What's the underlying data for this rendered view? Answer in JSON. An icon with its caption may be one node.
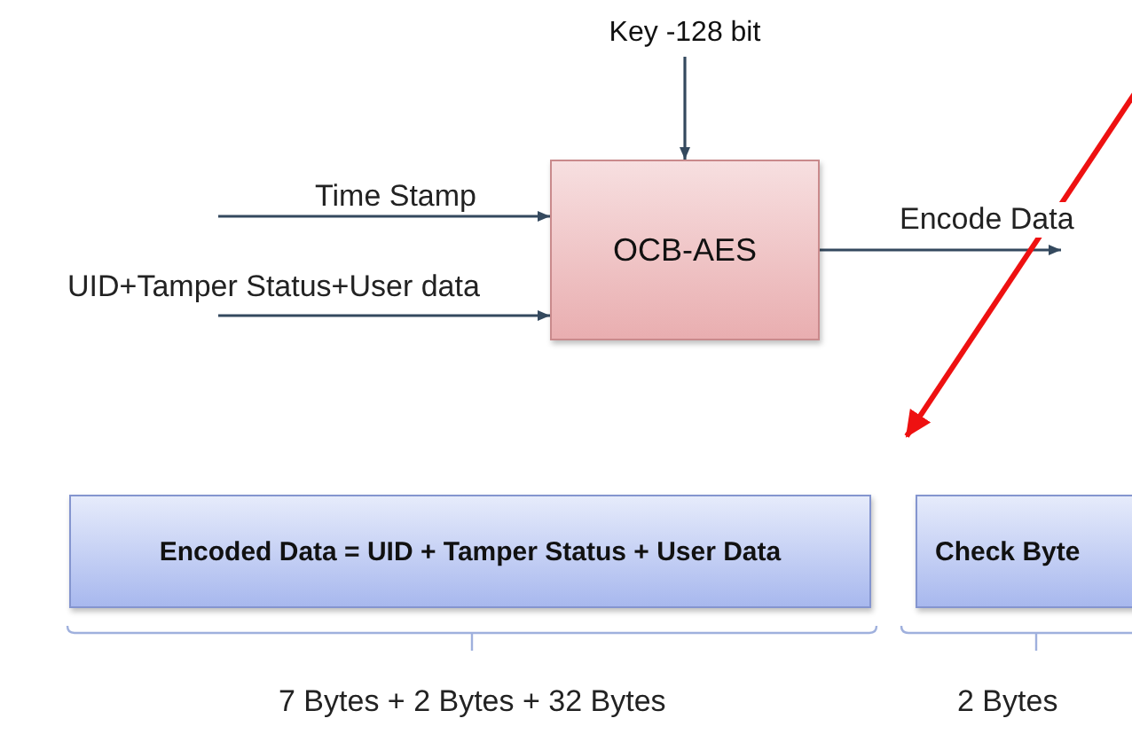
{
  "diagram": {
    "nodes": [
      {
        "text": [
          "Key -128 bit"
        ]
      },
      {
        "text": [
          "OCB-AES"
        ]
      },
      {
        "text": [
          "Encoded Data = UID + Tamper Status + User Data"
        ]
      },
      {
        "text": [
          "Check Byte"
        ]
      }
    ],
    "edges": [
      {
        "from": 0,
        "to": 1,
        "arrow": "to"
      },
      {
        "from": null,
        "to": 1,
        "arrow": "to",
        "label": "Time Stamp"
      },
      {
        "from": null,
        "to": 1,
        "arrow": "to",
        "label": "UID+Tamper Status+User data"
      },
      {
        "from": 1,
        "to": null,
        "arrow": "to",
        "label": "Encode Data"
      }
    ],
    "labels": [
      "7 Bytes + 2 Bytes + 32 Bytes",
      "2 Bytes"
    ]
  }
}
